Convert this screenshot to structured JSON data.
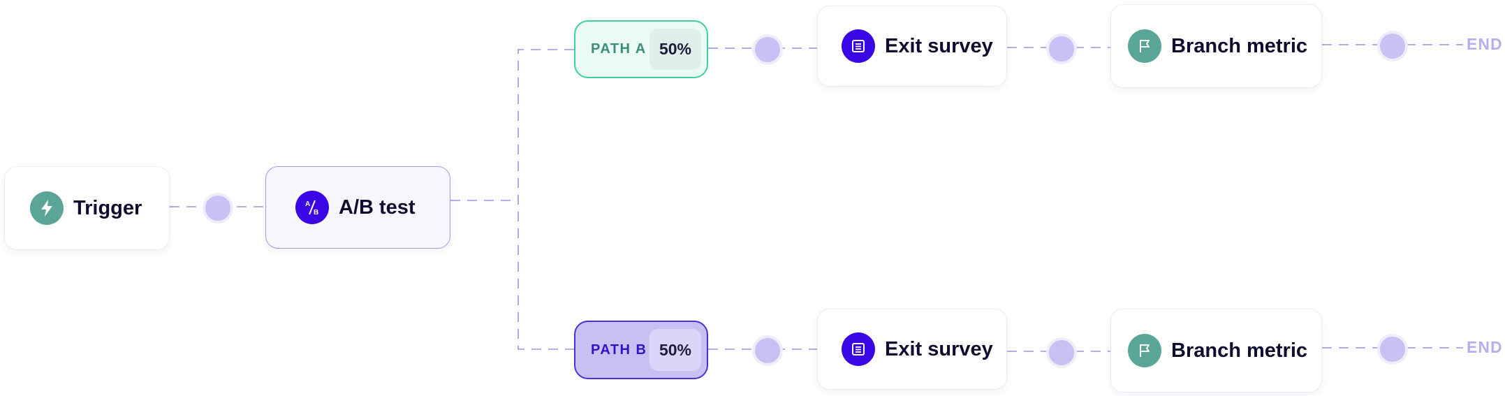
{
  "nodes": {
    "trigger": {
      "label": "Trigger",
      "icon": "lightning-icon"
    },
    "ab_test": {
      "label": "A/B test",
      "icon": "ab-split-icon"
    }
  },
  "paths": [
    {
      "label": "PATH A",
      "percent": "50%",
      "steps": [
        {
          "label": "Exit survey",
          "icon": "survey-icon"
        },
        {
          "label": "Branch metric",
          "icon": "flag-icon"
        }
      ],
      "end": "END"
    },
    {
      "label": "PATH B",
      "percent": "50%",
      "steps": [
        {
          "label": "Exit survey",
          "icon": "survey-icon"
        },
        {
          "label": "Branch metric",
          "icon": "flag-icon"
        }
      ],
      "end": "END"
    }
  ],
  "colors": {
    "teal": "#5aa597",
    "purple": "#3a06e6",
    "connector": "#9c91e6",
    "dot": "#c9c0f3"
  }
}
